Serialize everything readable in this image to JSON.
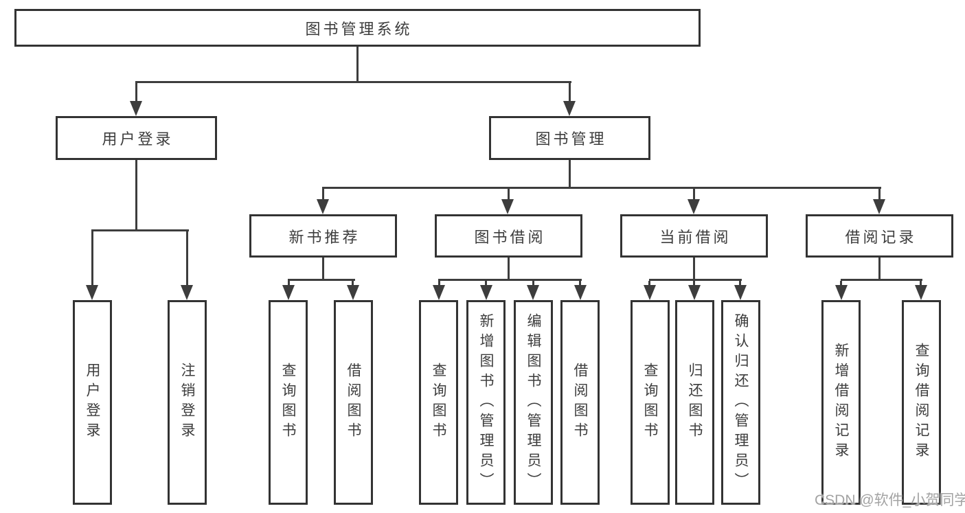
{
  "diagram_title": "图书管理系统",
  "nodes": {
    "root": "图书管理系统",
    "user_login": "用户登录",
    "book_mgmt": "图书管理",
    "new_books": "新书推荐",
    "book_borrow": "图书借阅",
    "current_borrow": "当前借阅",
    "borrow_records": "借阅记录",
    "leaf_user_login": "用户登录",
    "leaf_logout": "注销登录",
    "leaf_nb_query_book": "查询图书",
    "leaf_nb_borrow_book": "借阅图书",
    "leaf_bb_query_book": "查询图书",
    "leaf_bb_add_book": "新增图书（管理员）",
    "leaf_bb_edit_book": "编辑图书（管理员）",
    "leaf_bb_borrow_book": "借阅图书",
    "leaf_cb_query_book": "查询图书",
    "leaf_cb_return_book": "归还图书",
    "leaf_cb_confirm_return": "确认归还（管理员）",
    "leaf_br_add_record": "新增借阅记录",
    "leaf_br_query_record": "查询借阅记录"
  },
  "edges": [
    [
      "图书管理系统",
      "用户登录"
    ],
    [
      "图书管理系统",
      "图书管理"
    ],
    [
      "用户登录",
      "用户登录"
    ],
    [
      "用户登录",
      "注销登录"
    ],
    [
      "图书管理",
      "新书推荐"
    ],
    [
      "图书管理",
      "图书借阅"
    ],
    [
      "图书管理",
      "当前借阅"
    ],
    [
      "图书管理",
      "借阅记录"
    ],
    [
      "新书推荐",
      "查询图书"
    ],
    [
      "新书推荐",
      "借阅图书"
    ],
    [
      "图书借阅",
      "查询图书"
    ],
    [
      "图书借阅",
      "新增图书（管理员）"
    ],
    [
      "图书借阅",
      "编辑图书（管理员）"
    ],
    [
      "图书借阅",
      "借阅图书"
    ],
    [
      "当前借阅",
      "查询图书"
    ],
    [
      "当前借阅",
      "归还图书"
    ],
    [
      "当前借阅",
      "确认归还（管理员）"
    ],
    [
      "借阅记录",
      "新增借阅记录"
    ],
    [
      "借阅记录",
      "查询借阅记录"
    ]
  ],
  "watermark": "CSDN @软件_小贺同学",
  "colors": {
    "line": "#3d3d3d",
    "text": "#3d3d3d",
    "background": "#ffffff",
    "watermark": "#a3a3a3"
  }
}
